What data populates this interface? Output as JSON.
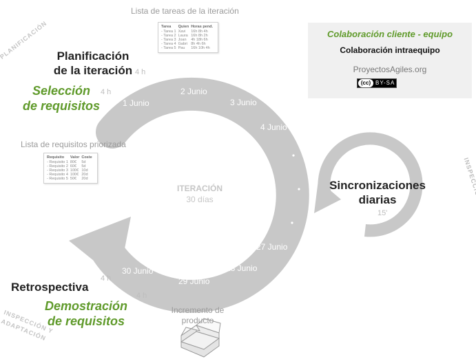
{
  "top_caption": "Lista de tareas de la iteración",
  "task_table": {
    "headers": [
      "Tarea",
      "Quien",
      "Horas pend."
    ],
    "rows": [
      [
        "- Tarea 1",
        "Xavi",
        "16h 8h  4h"
      ],
      [
        "- Tarea 2",
        "Laura",
        "16h 8h  2h"
      ],
      [
        "- Tarea 3",
        "Joan",
        "4h 18h  6h"
      ],
      [
        "- Tarea 4",
        "Gabri",
        "8h  4h  6h"
      ],
      [
        "- Tarea 5",
        "Pau",
        "16h 10h 4h"
      ]
    ]
  },
  "collab_box": {
    "line1": "Colaboración cliente - equipo",
    "line2": "Colaboración intraequipo",
    "site": "ProyectosAgiles.org",
    "license_cc": "(cc)",
    "license_text": "BY-SA"
  },
  "planning": {
    "arc_label": "PLANIFICACIÓN",
    "title_line1": "Planificación",
    "title_line2": "de la iteración",
    "hours_1": "4 h",
    "hours_2": "4 h",
    "selection_line1": "Selección",
    "selection_line2": "de requisitos"
  },
  "requirements": {
    "caption": "Lista de requisitos priorizada",
    "headers": [
      "Requisito",
      "Valor",
      "Coste"
    ],
    "rows": [
      [
        "- Requisito 1",
        "80€",
        "5d"
      ],
      [
        "- Requisito 2",
        "60€",
        "5d"
      ],
      [
        "- Requisito 3",
        "100€",
        "10d"
      ],
      [
        "- Requisito 4",
        "100€",
        "20d"
      ],
      [
        "- Requisito 5",
        "50€",
        "20d"
      ]
    ]
  },
  "cycle": {
    "center_title": "ITERACIÓN",
    "center_sub": "30 días",
    "dates": [
      "1 Junio",
      "2 Junio",
      "3 Junio",
      "4 Junio",
      "27 Junio",
      "28 Junio",
      "29 Junio",
      "30 Junio"
    ]
  },
  "daily": {
    "title_line1": "Sincronizaciones",
    "title_line2": "diarias",
    "minutes": "15'",
    "arc_label": "INSPECCIÓN Y ADAPTACIÓN"
  },
  "retro": {
    "title": "Retrospectiva",
    "hours_1": "4 h",
    "hours_2": "4 h",
    "demo_line1": "Demostración",
    "demo_line2": "de requisitos",
    "arc_label_1": "INSPECCIÓN Y",
    "arc_label_2": "ADAPTACIÓN"
  },
  "increment": {
    "line1": "Incremento de",
    "line2": "producto"
  }
}
